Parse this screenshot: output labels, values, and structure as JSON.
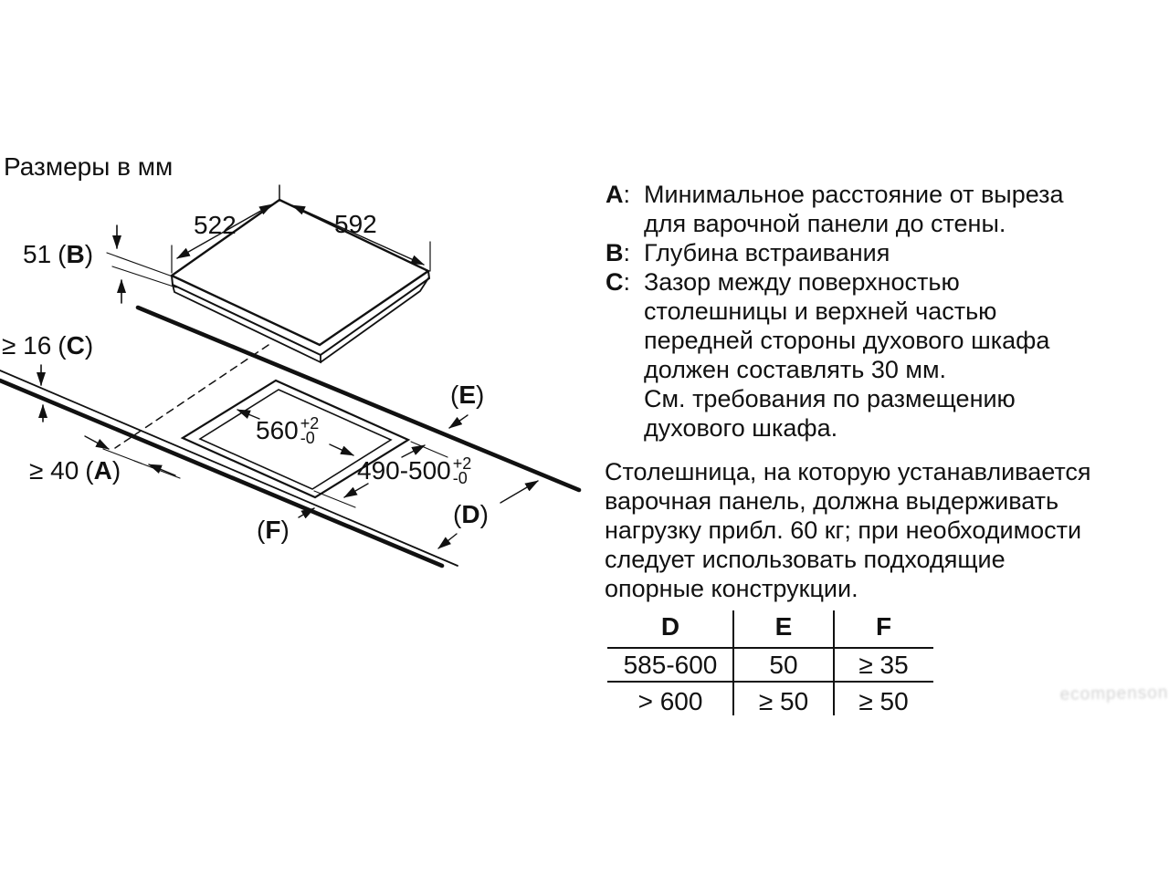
{
  "title": "Размеры в мм",
  "diagram": {
    "dim_top_left": "522",
    "dim_top_right": "592",
    "dim_b": {
      "value": "51",
      "open": "(",
      "letter": "B",
      "close": ")"
    },
    "dim_c": {
      "value": "≥ 16",
      "open": "(",
      "letter": "C",
      "close": ")"
    },
    "dim_a": {
      "value": "≥ 40",
      "open": "(",
      "letter": "A",
      "close": ")"
    },
    "dim_cutout_width": {
      "value": "560",
      "tol_plus": "+2",
      "tol_minus": "-0"
    },
    "dim_cutout_depth": {
      "value": "490-500",
      "tol_plus": "+2",
      "tol_minus": "-0"
    },
    "label_e": {
      "open": "(",
      "letter": "E",
      "close": ")"
    },
    "label_d": {
      "open": "(",
      "letter": "D",
      "close": ")"
    },
    "label_f": {
      "open": "(",
      "letter": "F",
      "close": ")"
    }
  },
  "legend": {
    "lines": [
      {
        "letter": "A",
        "colon": ":",
        "text": "Минимальное расстояние от выреза"
      },
      {
        "letter": "",
        "colon": "",
        "text": "для варочной панели до стены."
      },
      {
        "letter": "B",
        "colon": ":",
        "text": "Глубина встраивания"
      },
      {
        "letter": "C",
        "colon": ":",
        "text": "Зазор между поверхностью"
      },
      {
        "letter": "",
        "colon": "",
        "text": "столешницы и верхней частью"
      },
      {
        "letter": "",
        "colon": "",
        "text": "передней стороны духового шкафа"
      },
      {
        "letter": "",
        "colon": "",
        "text": "должен составлять 30 мм."
      },
      {
        "letter": "",
        "colon": "",
        "text": "См. требования по размещению"
      },
      {
        "letter": "",
        "colon": "",
        "text": "духового шкафа."
      }
    ]
  },
  "paragraph": {
    "lines": [
      "Столешница, на которую устанавливается",
      "варочная панель, должна выдерживать",
      "нагрузку прибл. 60 кг; при необходимости",
      "следует использовать подходящие",
      "опорные конструкции."
    ]
  },
  "table": {
    "headers": [
      "D",
      "E",
      "F"
    ],
    "rows": [
      [
        "585-600",
        "50",
        "≥ 35"
      ],
      [
        "> 600",
        "≥ 50",
        "≥ 50"
      ]
    ]
  },
  "watermark": "ecompenson",
  "colors": {
    "ink": "#111111",
    "background": "#ffffff"
  }
}
